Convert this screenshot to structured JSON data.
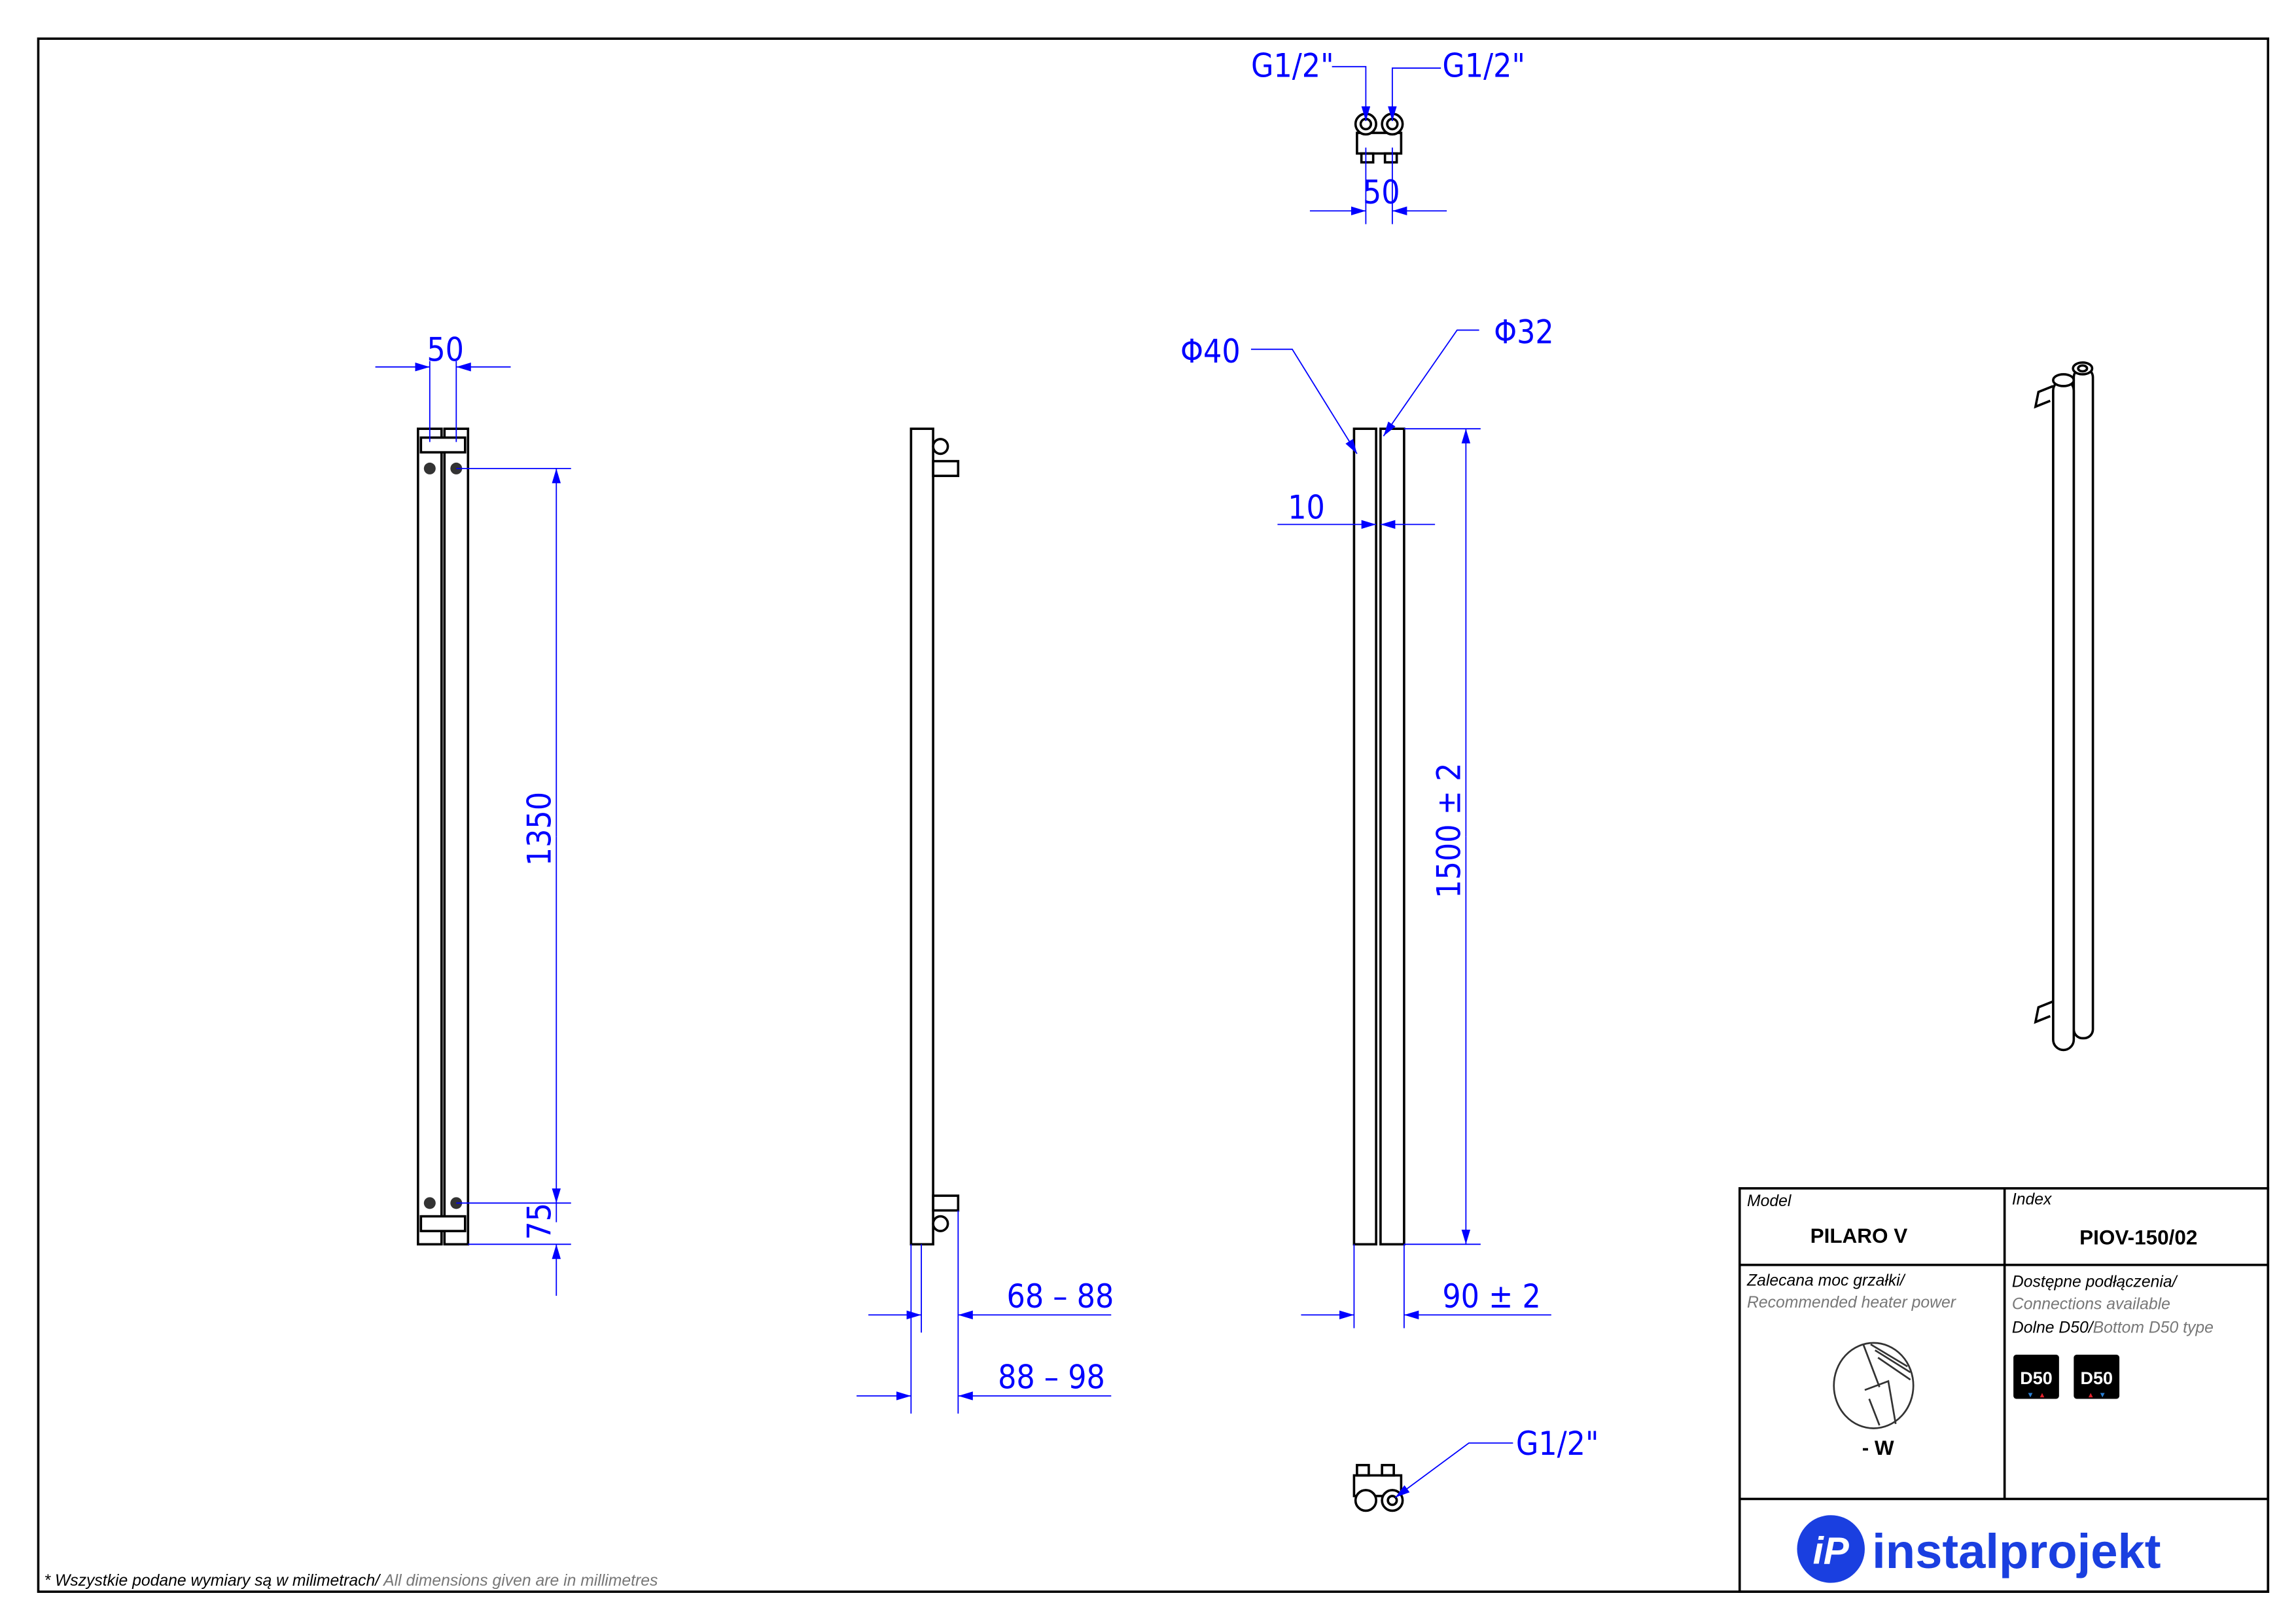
{
  "drawing": {
    "dimensions": {
      "front_width": "50",
      "front_height_spacing": "1350",
      "front_bottom_offset": "75",
      "side_wall_distance_1": "68 – 88",
      "side_wall_distance_2": "88 – 98",
      "tube_diameter_large": "Φ40",
      "tube_diameter_small": "Φ32",
      "tube_gap": "10",
      "height": "1500  ± 2",
      "bottom_width": "90  ± 2",
      "top_connection_spacing": "50",
      "thread_left": "G1/2\"",
      "thread_right": "G1/2\"",
      "thread_bottom": "G1/2\""
    }
  },
  "title_block": {
    "model_label": "Model",
    "model_value": "PILARO V",
    "index_label": "Index",
    "index_value": "PIOV-150/02",
    "heater_label_pl": "Zalecana moc grzałki/",
    "heater_label_en": "Recommended heater power",
    "heater_value": "- W",
    "connections_label_pl": "Dostępne podłączenia/",
    "connections_label_en": "Connections available",
    "connection_type_pl": "Dolne D50/",
    "connection_type_en": "Bottom D50 type",
    "connection_badges": [
      "D50",
      "D50"
    ],
    "logo_text": "instalprojekt",
    "logo_mark": "iP",
    "brand_color": "#1a3fe0"
  },
  "footer": {
    "note_pl": "* Wszystkie podane wymiary są w milimetrach/",
    "note_en": " All dimensions given are in millimetres"
  }
}
